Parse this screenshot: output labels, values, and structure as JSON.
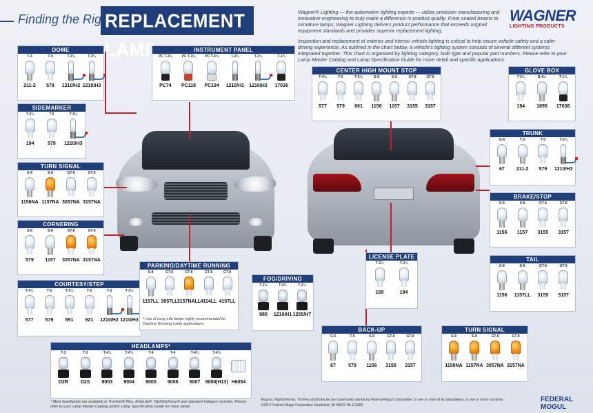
{
  "header": {
    "lead": "Finding the Right",
    "title": "REPLACEMENT LAMP"
  },
  "intro": {
    "p1": "Wagner® Lighting — the automotive lighting experts — utilize precision manufacturing and innovative engineering to truly make a difference in product quality. From sealed beams to miniature lamps, Wagner Lighting delivers product performance that exceeds original equipment standards and provides superior replacement lighting.",
    "p2": "Inspection and replacement of exterior and interior vehicle lighting is critical to help insure vehicle safety and a safer driving experience. As outlined in the chart below, a vehicle's lighting system consists of several different systems integrated together. This chart is organized by lighting category, bulb type and popular part numbers. Please refer to your Lamp Master Catalog and Lamp Specification Guide for more detail and specific applications."
  },
  "logo": {
    "name": "WAGNER",
    "sub": "LIGHTING PRODUCTS"
  },
  "panels": {
    "dome": {
      "title": "DOME",
      "bulbs": [
        {
          "type": "T-3",
          "part": "211-2"
        },
        {
          "type": "T-5",
          "part": "579"
        },
        {
          "type": "T-3¼",
          "part": "1210/H2"
        },
        {
          "type": "T-3¼",
          "part": "1210/H3"
        }
      ]
    },
    "instrument": {
      "title": "INSTRUMENT PANEL",
      "bulbs": [
        {
          "type": "PC T-3¼",
          "part": "PC74"
        },
        {
          "type": "PC T-3¼",
          "part": "PC118"
        },
        {
          "type": "PC T-4¾",
          "part": "PC194"
        },
        {
          "type": "T-3¼",
          "part": "1210/H1"
        },
        {
          "type": "T-3¼",
          "part": "1210/H3"
        },
        {
          "type": "T-1¾",
          "part": "17036"
        }
      ]
    },
    "sidemarker": {
      "title": "SIDEMARKER",
      "bulbs": [
        {
          "type": "T-3¼",
          "part": "194"
        },
        {
          "type": "T-5",
          "part": "579"
        },
        {
          "type": "T-3¼",
          "part": "1210/H3"
        }
      ]
    },
    "turn_front": {
      "title": "TURN SIGNAL",
      "bulbs": [
        {
          "type": "S-8",
          "part": "1156NA"
        },
        {
          "type": "S-8",
          "part": "1157NA"
        },
        {
          "type": "GT-8",
          "part": "3057NA"
        },
        {
          "type": "GT-8",
          "part": "3157NA"
        }
      ]
    },
    "cornering": {
      "title": "CORNERING",
      "bulbs": [
        {
          "type": "S-8",
          "part": "579"
        },
        {
          "type": "S-8",
          "part": "1157"
        },
        {
          "type": "GT-8",
          "part": "3057NA"
        },
        {
          "type": "GT-8",
          "part": "3157NA"
        }
      ]
    },
    "courtesy": {
      "title": "COURTESY/STEP",
      "bulbs": [
        {
          "type": "T-4¼",
          "part": "577"
        },
        {
          "type": "T-5",
          "part": "579"
        },
        {
          "type": "T-2¼",
          "part": "891"
        },
        {
          "type": "T-5",
          "part": "921"
        },
        {
          "type": "T-3",
          "part": "1210/H2"
        },
        {
          "type": "T-3¼",
          "part": "1210/H3"
        }
      ]
    },
    "chms": {
      "title": "CENTER HIGH MOUNT STOP",
      "bulbs": [
        {
          "type": "T-4¼",
          "part": "577"
        },
        {
          "type": "T-5",
          "part": "579"
        },
        {
          "type": "T-2¼",
          "part": "891"
        },
        {
          "type": "S-8",
          "part": "1156"
        },
        {
          "type": "S-8",
          "part": "1157"
        },
        {
          "type": "GT-8",
          "part": "3155"
        },
        {
          "type": "GT-8",
          "part": "3157"
        }
      ]
    },
    "glovebox": {
      "title": "GLOVE BOX",
      "bulbs": [
        {
          "type": "T-3¼",
          "part": "194"
        },
        {
          "type": "B-4½",
          "part": "1895"
        },
        {
          "type": "T-1¾",
          "part": "17036"
        }
      ]
    },
    "trunk": {
      "title": "TRUNK",
      "bulbs": [
        {
          "type": "G-6",
          "part": "67"
        },
        {
          "type": "T-3",
          "part": "211-2"
        },
        {
          "type": "T-5",
          "part": "579"
        },
        {
          "type": "T-3¼",
          "part": "1210/H3"
        }
      ]
    },
    "brake": {
      "title": "BRAKE/STOP",
      "bulbs": [
        {
          "type": "S-8",
          "part": "1156"
        },
        {
          "type": "S-8",
          "part": "1157"
        },
        {
          "type": "GT-8",
          "part": "3155"
        },
        {
          "type": "GT-8",
          "part": "3157"
        }
      ]
    },
    "tail": {
      "title": "TAIL",
      "bulbs": [
        {
          "type": "S-8",
          "part": "1156"
        },
        {
          "type": "S-8",
          "part": "1157LL"
        },
        {
          "type": "GT-8",
          "part": "3155"
        },
        {
          "type": "GT-8",
          "part": "3157"
        }
      ]
    },
    "parking": {
      "title": "PARKING/DAYTIME RUNNING LAMPS*",
      "bulbs": [
        {
          "type": "S-8",
          "part": "1157LL"
        },
        {
          "type": "GT-8",
          "part": "3057LL"
        },
        {
          "type": "GT-8",
          "part": "3157NALL"
        },
        {
          "type": "GT-8",
          "part": "4114LL"
        },
        {
          "type": "GT-8",
          "part": "4157LL"
        }
      ],
      "note": "* Use of Long Life lamps highly recommended for Daytime Running Lamp applications."
    },
    "fog": {
      "title": "FOG/DRIVING",
      "bulbs": [
        {
          "type": "T-2½",
          "part": "880"
        },
        {
          "type": "T-2½",
          "part": "1210/H1"
        },
        {
          "type": "T-2½",
          "part": "1255/H7"
        }
      ]
    },
    "license": {
      "title": "LICENSE PLATE",
      "bulbs": [
        {
          "type": "T-3¼",
          "part": "168"
        },
        {
          "type": "T-3¼",
          "part": "194"
        }
      ]
    },
    "backup": {
      "title": "BACK-UP",
      "bulbs": [
        {
          "type": "G-6",
          "part": "67"
        },
        {
          "type": "T-5",
          "part": "579"
        },
        {
          "type": "S-8",
          "part": "1156"
        },
        {
          "type": "GT-8",
          "part": "3155"
        },
        {
          "type": "GT-8",
          "part": "3157"
        }
      ]
    },
    "turn_rear": {
      "title": "TURN SIGNAL",
      "bulbs": [
        {
          "type": "S-8",
          "part": "1156NA"
        },
        {
          "type": "S-8",
          "part": "1157NA"
        },
        {
          "type": "GT-8",
          "part": "3057NA"
        },
        {
          "type": "GT-8",
          "part": "3157NA"
        }
      ]
    },
    "headlamps": {
      "title": "HEADLAMPS*",
      "bulbs": [
        {
          "type": "T-3",
          "part": "D2R"
        },
        {
          "type": "T-3",
          "part": "D2S"
        },
        {
          "type": "T-4¾",
          "part": "9003"
        },
        {
          "type": "T-4¾",
          "part": "9004"
        },
        {
          "type": "T-4",
          "part": "9005"
        },
        {
          "type": "T-4",
          "part": "9006"
        },
        {
          "type": "T-4¾",
          "part": "9007"
        },
        {
          "type": "T-4¾",
          "part": "9008(H13)"
        },
        {
          "type": "",
          "part": "H6054"
        }
      ]
    }
  },
  "footnote": "* Most headlamps are available in TruView® Plus, BriteLite®, NightDefense® and standard halogen varieties. Please refer to your Lamp Master Catalog and/or Lamp Specification Guide for more detail.",
  "legal1": "Wagner, NightDefense, TruView and BriteLite are trademarks owned by Federal-Mogul Corporation, or one or more of its subsidiaries, in one or more countries.",
  "legal2": "©2013 Federal-Mogul Corporation Southfield, MI 48033     WL113086",
  "fm": {
    "l1": "FEDERAL",
    "l2": "MOGUL"
  }
}
